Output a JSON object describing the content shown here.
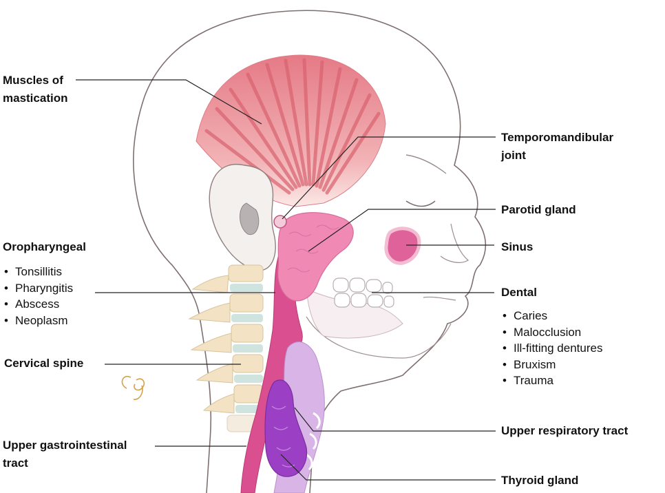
{
  "labels": {
    "muscles_l1": "Muscles of",
    "muscles_l2": "mastication",
    "tmj_l1": "Temporomandibular",
    "tmj_l2": "joint",
    "parotid": "Parotid gland",
    "sinus": "Sinus",
    "oropharyngeal": "Oropharyngeal",
    "dental": "Dental",
    "cervical": "Cervical spine",
    "upper_gi_l1": "Upper gastrointestinal",
    "upper_gi_l2": "tract",
    "upper_resp": "Upper respiratory tract",
    "thyroid": "Thyroid gland"
  },
  "oropharyngeal_items": [
    "Tonsillitis",
    "Pharyngitis",
    "Abscess",
    "Neoplasm"
  ],
  "dental_items": [
    "Caries",
    "Malocclusion",
    "Ill-fitting dentures",
    "Bruxism",
    "Trauma"
  ],
  "colors": {
    "muscle": "#e8868e",
    "pharynx": "#d94f8f",
    "parotid": "#f08ab4",
    "sinus": "#e0629a",
    "thyroid": "#9b3fc4",
    "trachea": "#d8b5e6",
    "bone": "#f3e3c4",
    "disc": "#cfe4df",
    "outline": "#8a7a7a",
    "leader": "#222222"
  }
}
